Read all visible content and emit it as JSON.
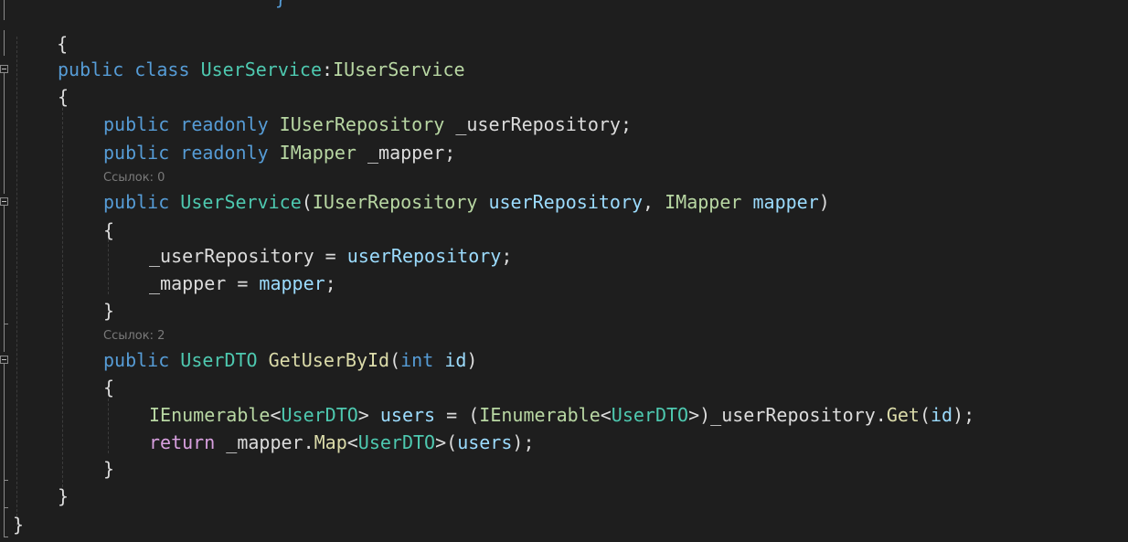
{
  "editor": {
    "top_fragment": "                    }",
    "open_brace_outer": "{",
    "close_brace_outer": "}",
    "class_line": {
      "kw_public": "public",
      "kw_class": "class",
      "class_name": "UserService",
      "colon": ":",
      "iface": "IUserService"
    },
    "class_open": "{",
    "class_close": "}",
    "field1": {
      "kw_public": "public",
      "kw_readonly": "readonly",
      "type": "IUserRepository",
      "name": "_userRepository;"
    },
    "field2": {
      "kw_public": "public",
      "kw_readonly": "readonly",
      "type": "IMapper",
      "name": "_mapper;"
    },
    "hint_ctor": "Ссылок: 0",
    "ctor": {
      "kw_public": "public",
      "name": "UserService",
      "open": "(",
      "p1_type": "IUserRepository",
      "p1_name": "userRepository",
      "comma": ",",
      "p2_type": "IMapper",
      "p2_name": "mapper",
      "close": ")"
    },
    "ctor_open": "{",
    "ctor_body1": {
      "lhs": "_userRepository = ",
      "rhs": "userRepository",
      "end": ";"
    },
    "ctor_body2": {
      "lhs": "_mapper = ",
      "rhs": "mapper",
      "end": ";"
    },
    "ctor_close": "}",
    "hint_method": "Ссылок: 2",
    "method": {
      "kw_public": "public",
      "ret_type": "UserDTO",
      "name": "GetUserById",
      "open": "(",
      "kw_int": "int",
      "p_name": "id",
      "close": ")"
    },
    "method_open": "{",
    "method_body1": {
      "t1": "IEnumerable",
      "lt1": "<",
      "g1": "UserDTO",
      "gt1": ">",
      "var": "users",
      "eq": " = (",
      "t2": "IEnumerable",
      "lt2": "<",
      "g2": "UserDTO",
      "gt2": ">)_userRepository.",
      "call": "Get",
      "po": "(",
      "arg": "id",
      "pc": ");"
    },
    "method_body2": {
      "kw_return": "return",
      "obj": "_mapper.",
      "call": "Map",
      "lt": "<",
      "g": "UserDTO",
      "gt": ">(",
      "arg": "users",
      "end": ");"
    },
    "method_close": "}"
  }
}
